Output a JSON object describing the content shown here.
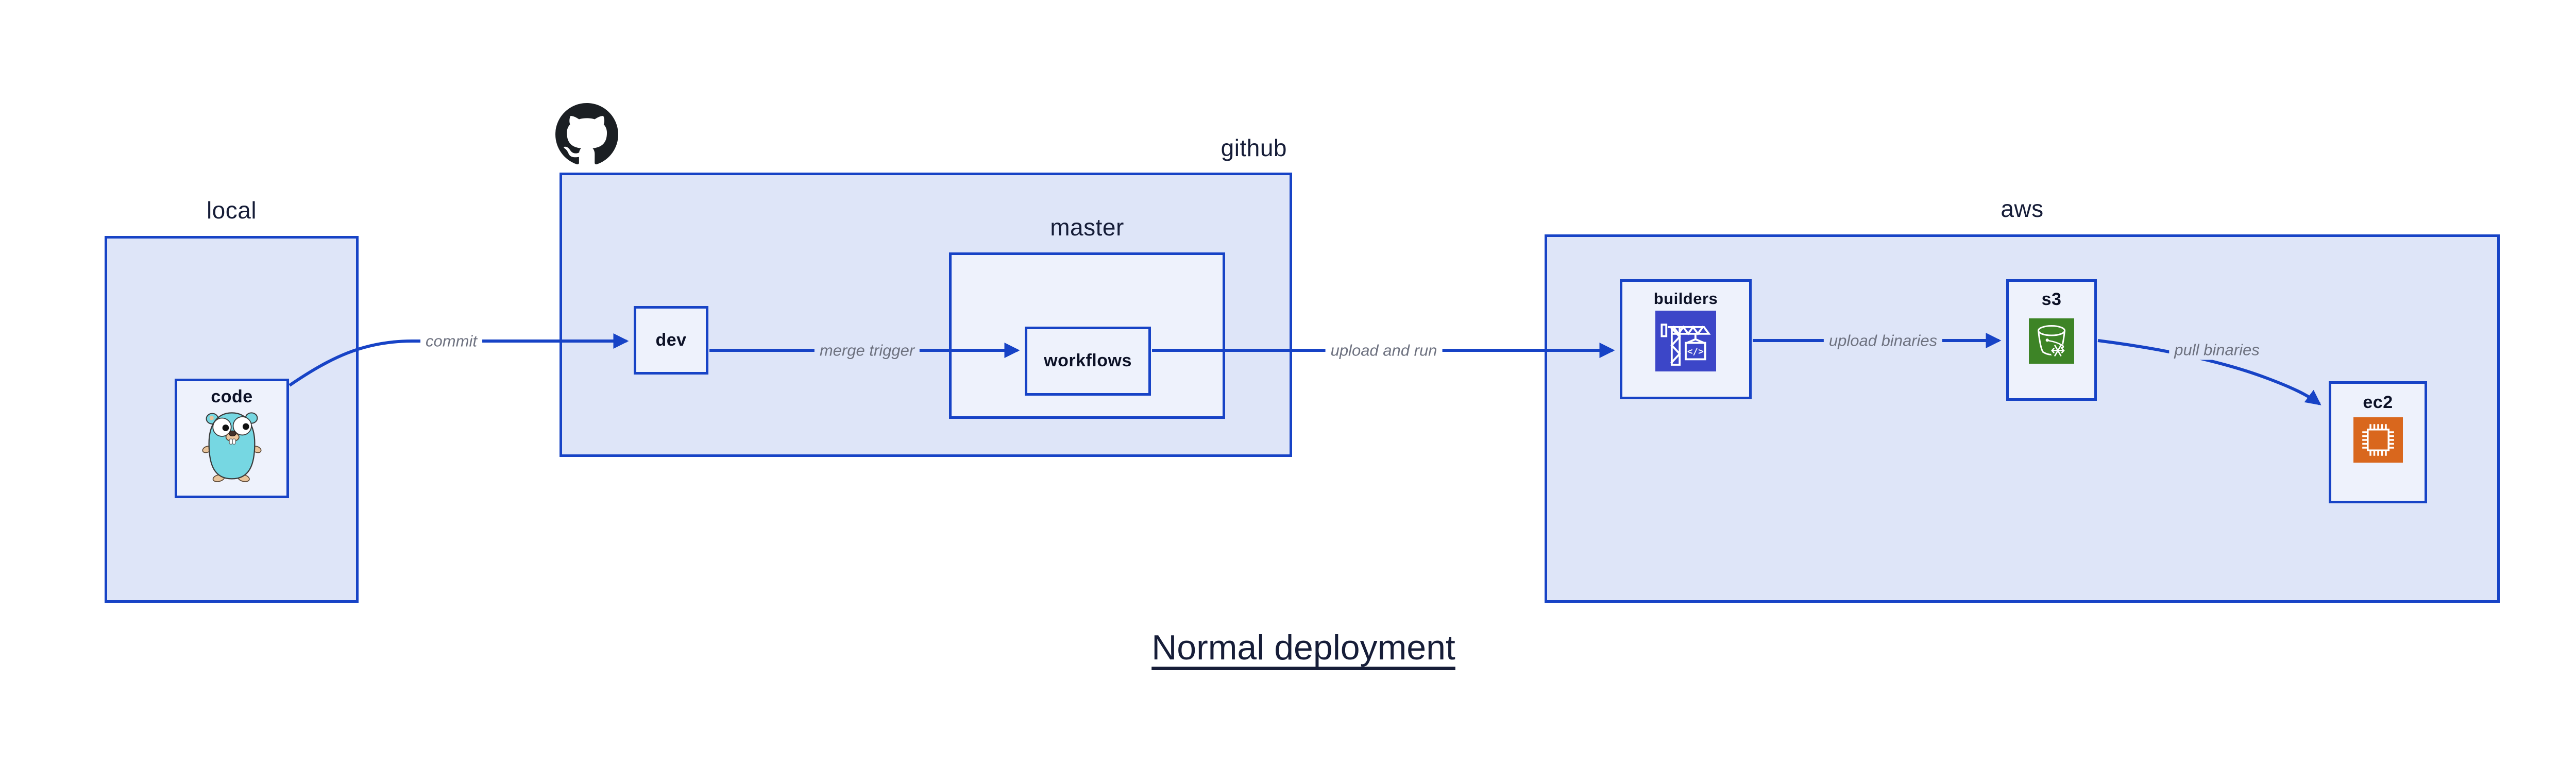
{
  "title": "Normal deployment",
  "groups": {
    "local": {
      "label": "local"
    },
    "github": {
      "label": "github"
    },
    "master": {
      "label": "master"
    },
    "aws": {
      "label": "aws"
    }
  },
  "nodes": {
    "code": {
      "label": "code",
      "icon": "go-gopher"
    },
    "dev": {
      "label": "dev"
    },
    "workflows": {
      "label": "workflows"
    },
    "builders": {
      "label": "builders",
      "icon": "aws-codebuild-crane"
    },
    "s3": {
      "label": "s3",
      "icon": "aws-s3-glacier-bucket-snowflake"
    },
    "ec2": {
      "label": "ec2",
      "icon": "aws-ec2-chip"
    }
  },
  "edges": [
    {
      "from": "code",
      "to": "dev",
      "label": "commit"
    },
    {
      "from": "dev",
      "to": "workflows",
      "label": "merge trigger"
    },
    {
      "from": "workflows",
      "to": "builders",
      "label": "upload and run"
    },
    {
      "from": "builders",
      "to": "s3",
      "label": "upload binaries"
    },
    {
      "from": "s3",
      "to": "ec2",
      "label": "pull binaries"
    }
  ],
  "logos": {
    "github": "github-octocat-mark"
  },
  "colors": {
    "box_border": "#1743c6",
    "arrow": "#1743c6",
    "group_fill": "#dee5f8",
    "node_fill": "#eef2fc",
    "heading_text": "#161d38",
    "node_text": "#0c1126",
    "edge_label_text": "#6e7280",
    "builders_icon_bg": "#3c46c8",
    "s3_icon_bg": "#3d8426",
    "ec2_icon_bg": "#d9671d",
    "github_logo": "#1b1f23",
    "canvas_bg": "#ffffff"
  }
}
